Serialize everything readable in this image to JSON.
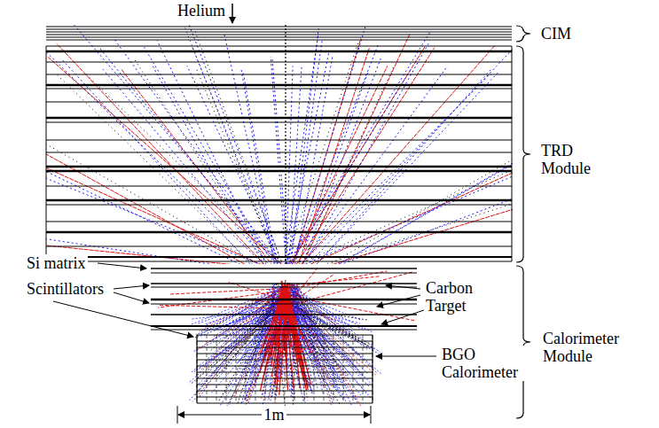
{
  "diagram": {
    "labels": [
      "Helium",
      "CIM",
      "TRD Module",
      "Si matrix",
      "Scintillators",
      "Carbon Target",
      "Calorimeter Module",
      "BGO Calorimeter",
      "1m"
    ]
  }
}
